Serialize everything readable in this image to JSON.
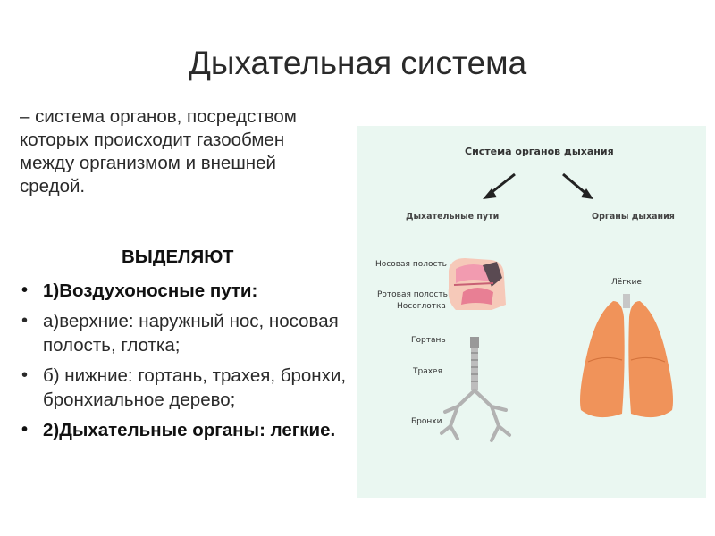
{
  "slide": {
    "title": "Дыхательная система",
    "intro": "– система органов, посредством которых происходит газообмен между организмом и внешней средой.",
    "subhead": "ВЫДЕЛЯЮТ",
    "bullets": [
      {
        "text": "1)Воздухоносные пути:",
        "bold": true
      },
      {
        "text": "а)верхние: наружный нос, носовая полость, глотка;",
        "bold": false
      },
      {
        "text": "б) нижние:  гортань, трахея, бронхи, бронхиальное дерево;",
        "bold": false
      },
      {
        "text": "2)Дыхательные  органы: легкие.",
        "bold": true
      }
    ],
    "bullet_char": "•"
  },
  "diagram": {
    "title": "Система органов дыхания",
    "left_heading": "Дыхательные пути",
    "right_heading": "Органы дыхания",
    "labels": {
      "nasal_cavity": "Носовая полость",
      "oral_cavity": "Ротовая полость",
      "nasopharynx": "Носоглотка",
      "larynx": "Гортань",
      "trachea": "Трахея",
      "bronchi": "Бронхи",
      "lungs": "Лёгкие"
    },
    "colors": {
      "background": "#eaf7f1",
      "lungs": "#f0935a",
      "airway": "#b9b9b9",
      "nose_tissue": "#f4a3b3"
    },
    "icons": [
      "arrow-left-down-icon",
      "arrow-right-down-icon",
      "head-section-icon",
      "airway-tree-icon",
      "lungs-icon"
    ]
  }
}
